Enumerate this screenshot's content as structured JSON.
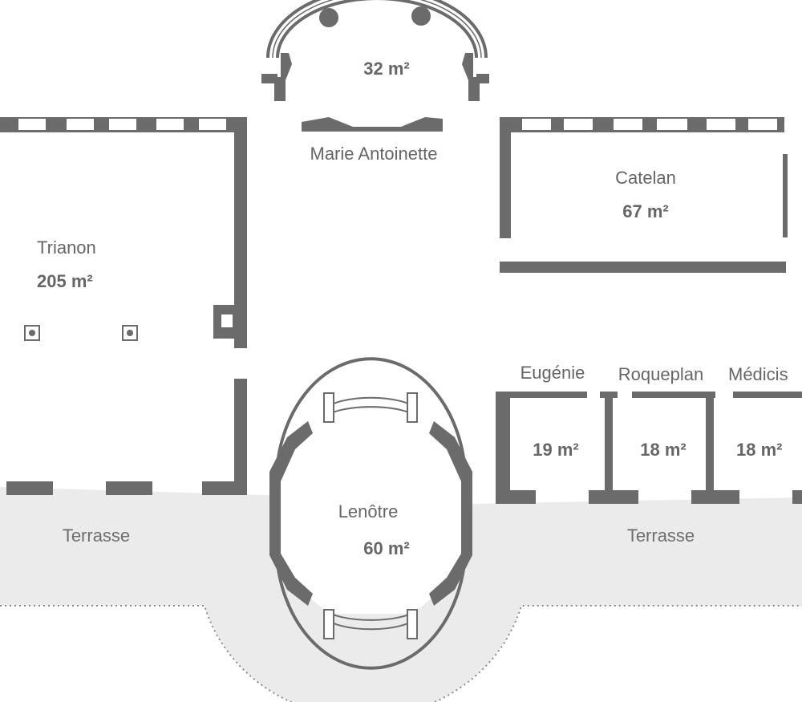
{
  "rooms": {
    "marie_antoinette": {
      "name": "Marie Antoinette",
      "area": "32 m²"
    },
    "trianon": {
      "name": "Trianon",
      "area": "205 m²"
    },
    "catelan": {
      "name": "Catelan",
      "area": "67 m²"
    },
    "eugenie": {
      "name": "Eugénie",
      "area": "19 m²"
    },
    "roqueplan": {
      "name": "Roqueplan",
      "area": "18 m²"
    },
    "medicis": {
      "name": "Médicis",
      "area": "18 m²"
    },
    "lenotre": {
      "name": "Lenôtre",
      "area": "60 m²"
    }
  },
  "terraces": {
    "left": "Terrasse",
    "right": "Terrasse"
  },
  "colors": {
    "wall": "#6b6b6b",
    "terrace": "#ebebeb",
    "text": "#666666"
  }
}
